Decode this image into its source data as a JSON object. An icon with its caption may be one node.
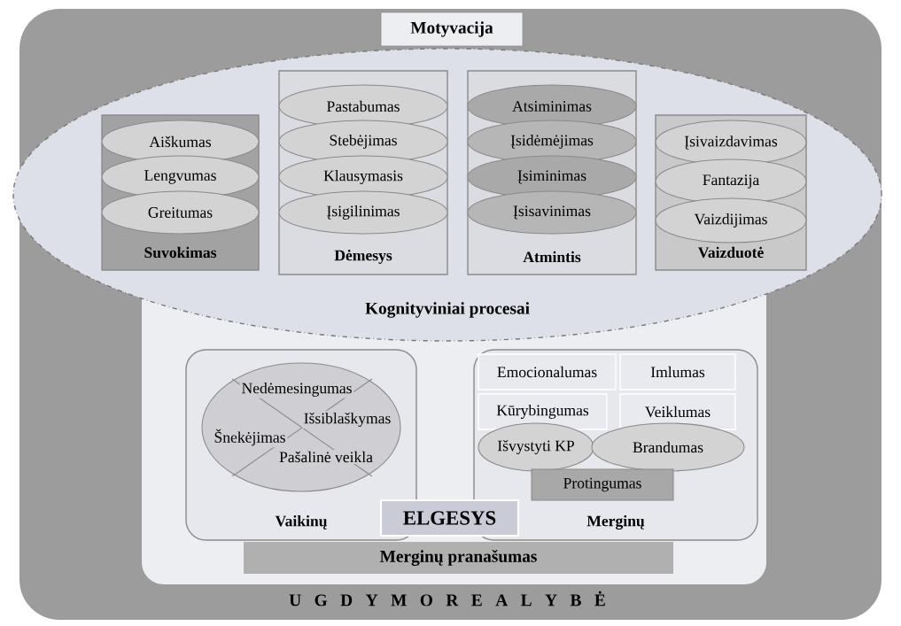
{
  "diagram": {
    "nodes": [
      {
        "text": [
          "U G D Y M O R E A L Y B Ė"
        ]
      },
      {
        "text": [
          "Motyvacija"
        ],
        "in": 0
      },
      {
        "text": [
          "Kognityviniai procesai"
        ],
        "in": 0
      },
      {
        "text": [
          "Suvokimas"
        ],
        "in": 2
      },
      {
        "text": [
          "Aiškumas"
        ],
        "in": 3
      },
      {
        "text": [
          "Lengvumas"
        ],
        "in": 3
      },
      {
        "text": [
          "Greitumas"
        ],
        "in": 3
      },
      {
        "text": [
          "Dėmesys"
        ],
        "in": 2
      },
      {
        "text": [
          "Pastabumas"
        ],
        "in": 7
      },
      {
        "text": [
          "Stebėjimas"
        ],
        "in": 7
      },
      {
        "text": [
          "Klausymasis"
        ],
        "in": 7
      },
      {
        "text": [
          "Įsigilinimas"
        ],
        "in": 7
      },
      {
        "text": [
          "Atmintis"
        ],
        "in": 2
      },
      {
        "text": [
          "Atsiminimas"
        ],
        "in": 12
      },
      {
        "text": [
          "Įsidėmėjimas"
        ],
        "in": 12
      },
      {
        "text": [
          "Įsiminimas"
        ],
        "in": 12
      },
      {
        "text": [
          "Įsisavinimas"
        ],
        "in": 12
      },
      {
        "text": [
          "Vaizduotė"
        ],
        "in": 2
      },
      {
        "text": [
          "Įsivaizdavimas"
        ],
        "in": 17
      },
      {
        "text": [
          "Fantazija"
        ],
        "in": 17
      },
      {
        "text": [
          "Vaizdijimas"
        ],
        "in": 17
      },
      {
        "text": [
          "Vaikinų"
        ],
        "in": 0
      },
      {
        "text": [
          "Nedėmesingumas",
          "Išsiblaškymas",
          "Šnekėjimas",
          "Pašalinė veikla"
        ],
        "in": 21
      },
      {
        "text": [
          "Merginų"
        ],
        "in": 0
      },
      {
        "text": [
          "Emocionalumas"
        ],
        "in": 23
      },
      {
        "text": [
          "Imlumas"
        ],
        "in": 23
      },
      {
        "text": [
          "Kūrybingumas"
        ],
        "in": 23
      },
      {
        "text": [
          "Veiklumas"
        ],
        "in": 23
      },
      {
        "text": [
          "Išvystyti KP"
        ],
        "in": 23
      },
      {
        "text": [
          "Brandumas"
        ],
        "in": 23
      },
      {
        "text": [
          "Protingumas"
        ],
        "in": 23
      },
      {
        "text": [
          "ELGESYS"
        ],
        "in": 0
      },
      {
        "text": [
          "Merginų pranašumas"
        ],
        "in": 0
      }
    ]
  }
}
